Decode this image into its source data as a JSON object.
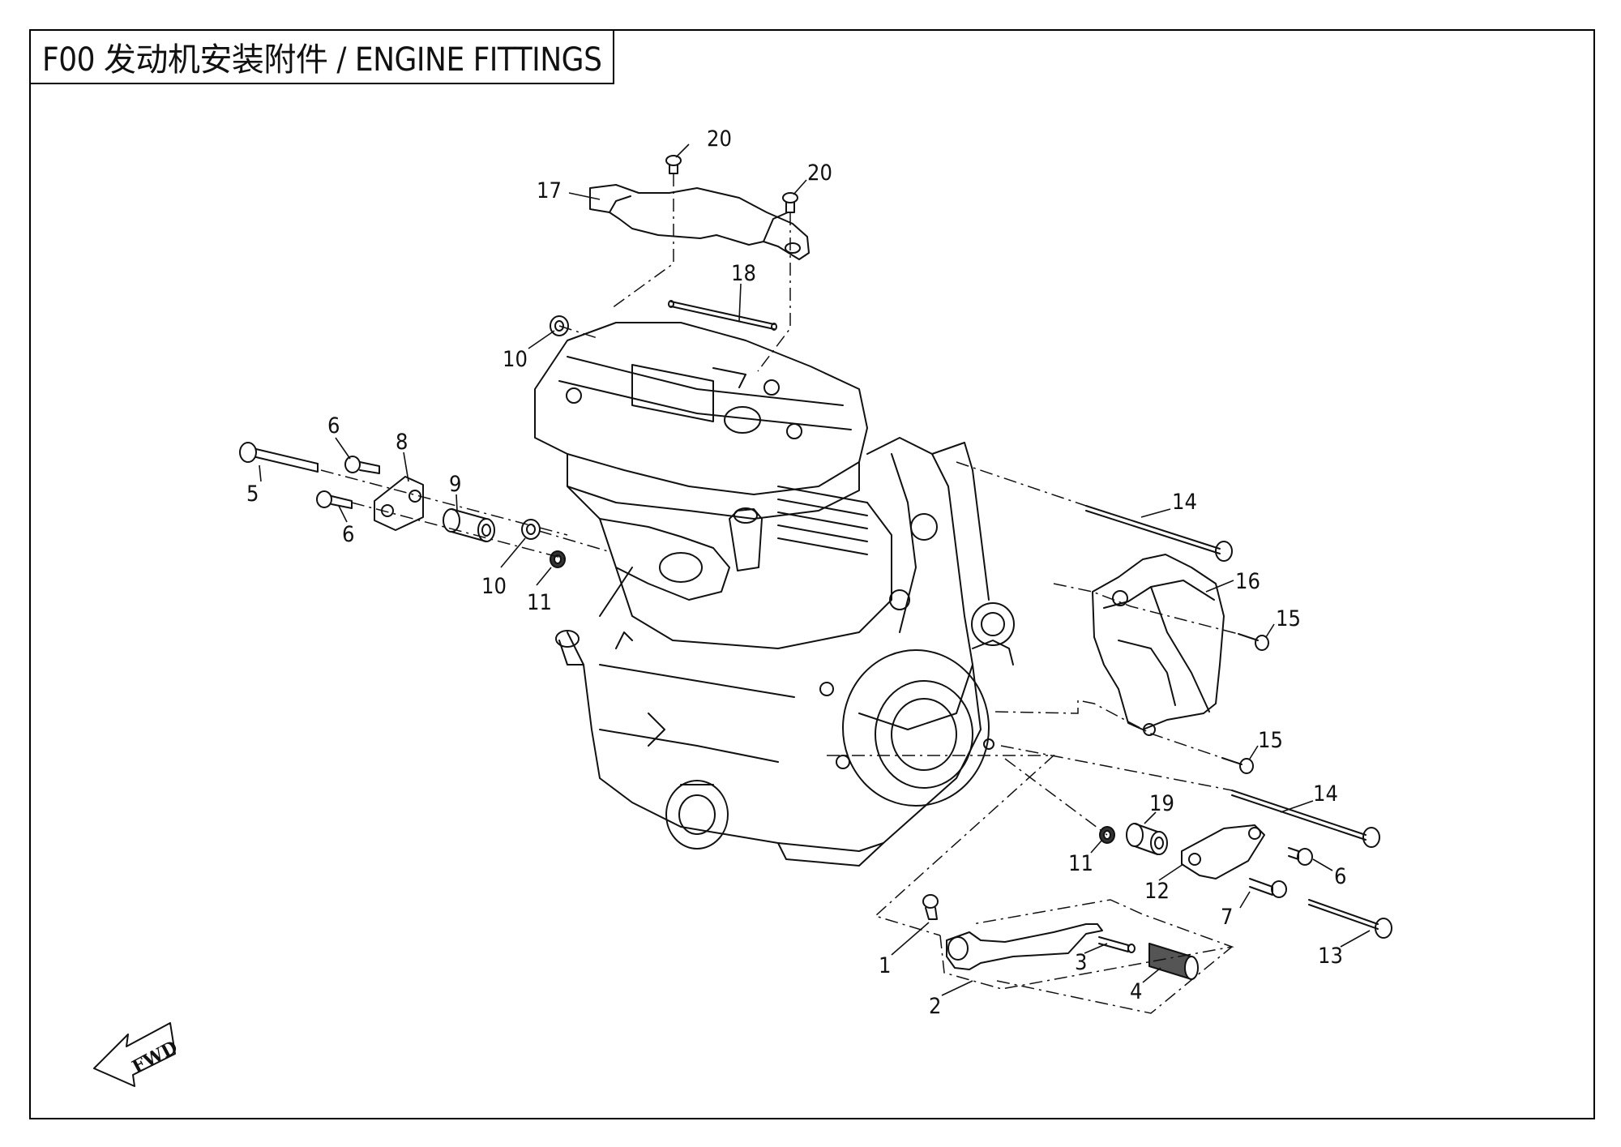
{
  "title": "F00 发动机安装附件 / ENGINE FITTINGS",
  "fwd_label": "FWD",
  "callouts": [
    {
      "id": "c20a",
      "text": "20"
    },
    {
      "id": "c20b",
      "text": "20"
    },
    {
      "id": "c17",
      "text": "17"
    },
    {
      "id": "c18",
      "text": "18"
    },
    {
      "id": "c10a",
      "text": "10"
    },
    {
      "id": "c6a",
      "text": "6"
    },
    {
      "id": "c8",
      "text": "8"
    },
    {
      "id": "c5",
      "text": "5"
    },
    {
      "id": "c6b",
      "text": "6"
    },
    {
      "id": "c9",
      "text": "9"
    },
    {
      "id": "c10b",
      "text": "10"
    },
    {
      "id": "c11a",
      "text": "11"
    },
    {
      "id": "c14a",
      "text": "14"
    },
    {
      "id": "c16",
      "text": "16"
    },
    {
      "id": "c15a",
      "text": "15"
    },
    {
      "id": "c15b",
      "text": "15"
    },
    {
      "id": "c14b",
      "text": "14"
    },
    {
      "id": "c19",
      "text": "19"
    },
    {
      "id": "c11b",
      "text": "11"
    },
    {
      "id": "c12",
      "text": "12"
    },
    {
      "id": "c6c",
      "text": "6"
    },
    {
      "id": "c7",
      "text": "7"
    },
    {
      "id": "c13",
      "text": "13"
    },
    {
      "id": "c1",
      "text": "1"
    },
    {
      "id": "c3",
      "text": "3"
    },
    {
      "id": "c4",
      "text": "4"
    },
    {
      "id": "c2",
      "text": "2"
    }
  ]
}
